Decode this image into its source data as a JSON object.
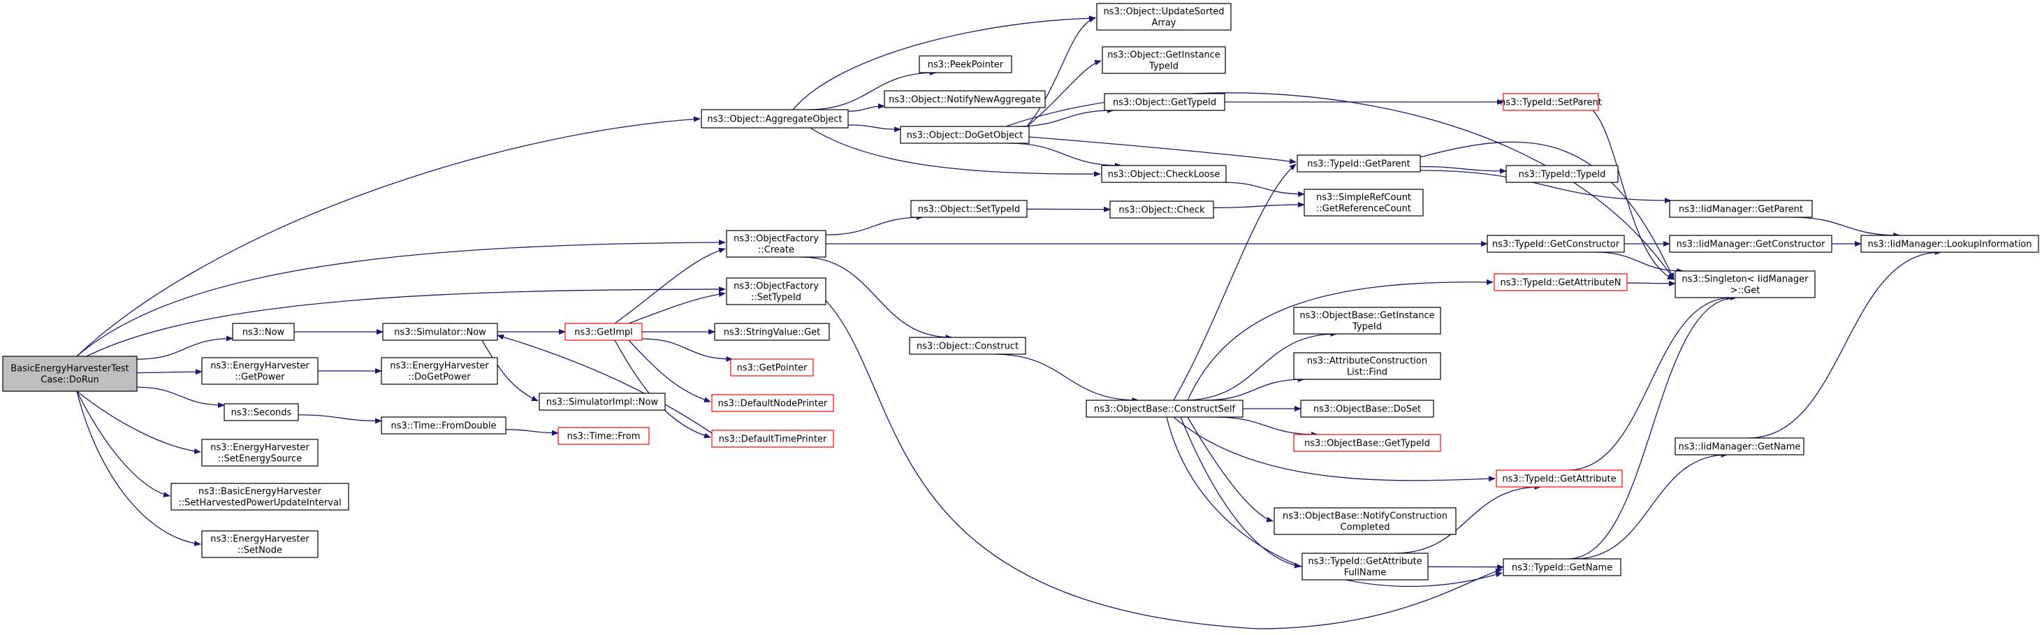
{
  "colors": {
    "edge": "#191970",
    "node_border": "#000000",
    "truncated_border": "#ff0000",
    "root_fill": "#bfbfbf"
  },
  "nodes": [
    {
      "id": "root",
      "lines": [
        "BasicEnergyHarvesterTest",
        "Case::DoRun"
      ],
      "style": "root"
    },
    {
      "id": "aggregate",
      "lines": [
        "ns3::Object::AggregateObject"
      ]
    },
    {
      "id": "of_create",
      "lines": [
        "ns3::ObjectFactory",
        "::Create"
      ]
    },
    {
      "id": "of_settypeid",
      "lines": [
        "ns3::ObjectFactory",
        "::SetTypeId"
      ]
    },
    {
      "id": "now",
      "lines": [
        "ns3::Now"
      ]
    },
    {
      "id": "eh_getpower",
      "lines": [
        "ns3::EnergyHarvester",
        "::GetPower"
      ]
    },
    {
      "id": "seconds",
      "lines": [
        "ns3::Seconds"
      ]
    },
    {
      "id": "eh_setsource",
      "lines": [
        "ns3::EnergyHarvester",
        "::SetEnergySource"
      ]
    },
    {
      "id": "beh_setinterval",
      "lines": [
        "ns3::BasicEnergyHarvester",
        "::SetHarvestedPowerUpdateInterval"
      ]
    },
    {
      "id": "eh_setnode",
      "lines": [
        "ns3::EnergyHarvester",
        "::SetNode"
      ]
    },
    {
      "id": "sim_now",
      "lines": [
        "ns3::Simulator::Now"
      ]
    },
    {
      "id": "eh_dogetpower",
      "lines": [
        "ns3::EnergyHarvester",
        "::DoGetPower"
      ]
    },
    {
      "id": "time_fromdouble",
      "lines": [
        "ns3::Time::FromDouble"
      ]
    },
    {
      "id": "getimpl",
      "lines": [
        "ns3::GetImpl"
      ],
      "style": "red"
    },
    {
      "id": "simimpl_now",
      "lines": [
        "ns3::SimulatorImpl::Now"
      ]
    },
    {
      "id": "time_from",
      "lines": [
        "ns3::Time::From"
      ],
      "style": "red"
    },
    {
      "id": "peekpointer",
      "lines": [
        "ns3::PeekPointer"
      ]
    },
    {
      "id": "notifynewagg",
      "lines": [
        "ns3::Object::NotifyNewAggregate"
      ]
    },
    {
      "id": "dogetobject",
      "lines": [
        "ns3::Object::DoGetObject"
      ]
    },
    {
      "id": "stringvalue_get",
      "lines": [
        "ns3::StringValue::Get"
      ]
    },
    {
      "id": "getpointer",
      "lines": [
        "ns3::GetPointer"
      ],
      "style": "red"
    },
    {
      "id": "defaultnodeprinter",
      "lines": [
        "ns3::DefaultNodePrinter"
      ],
      "style": "red"
    },
    {
      "id": "defaulttimeprinter",
      "lines": [
        "ns3::DefaultTimePrinter"
      ],
      "style": "red"
    },
    {
      "id": "obj_settypeid",
      "lines": [
        "ns3::Object::SetTypeId"
      ]
    },
    {
      "id": "obj_construct",
      "lines": [
        "ns3::Object::Construct"
      ]
    },
    {
      "id": "updatesorted",
      "lines": [
        "ns3::Object::UpdateSorted",
        "Array"
      ]
    },
    {
      "id": "getinstancetypeid",
      "lines": [
        "ns3::Object::GetInstance",
        "TypeId"
      ]
    },
    {
      "id": "obj_gettypeid",
      "lines": [
        "ns3::Object::GetTypeId"
      ]
    },
    {
      "id": "checkloose",
      "lines": [
        "ns3::Object::CheckLoose"
      ]
    },
    {
      "id": "obj_check",
      "lines": [
        "ns3::Object::Check"
      ]
    },
    {
      "id": "constructself",
      "lines": [
        "ns3::ObjectBase::ConstructSelf"
      ]
    },
    {
      "id": "simplerefcount",
      "lines": [
        "ns3::SimpleRefCount",
        "::GetReferenceCount"
      ]
    },
    {
      "id": "tid_getparent",
      "lines": [
        "ns3::TypeId::GetParent"
      ]
    },
    {
      "id": "tid_setparent",
      "lines": [
        "ns3::TypeId::SetParent"
      ],
      "style": "red"
    },
    {
      "id": "tid_getconstructor",
      "lines": [
        "ns3::TypeId::GetConstructor"
      ]
    },
    {
      "id": "tid_getattributen",
      "lines": [
        "ns3::TypeId::GetAttributeN"
      ],
      "style": "red"
    },
    {
      "id": "ob_getinstancetypeid",
      "lines": [
        "ns3::ObjectBase::GetInstance",
        "TypeId"
      ]
    },
    {
      "id": "attrconstruction_find",
      "lines": [
        "ns3::AttributeConstruction",
        "List::Find"
      ]
    },
    {
      "id": "ob_doset",
      "lines": [
        "ns3::ObjectBase::DoSet"
      ]
    },
    {
      "id": "ob_gettypeid",
      "lines": [
        "ns3::ObjectBase::GetTypeId"
      ],
      "style": "red"
    },
    {
      "id": "tid_getattribute",
      "lines": [
        "ns3::TypeId::GetAttribute"
      ],
      "style": "red"
    },
    {
      "id": "ob_notifyconstruction",
      "lines": [
        "ns3::ObjectBase::NotifyConstruction",
        "Completed"
      ]
    },
    {
      "id": "tid_getattributefullname",
      "lines": [
        "ns3::TypeId::GetAttribute",
        "FullName"
      ]
    },
    {
      "id": "tid_getname",
      "lines": [
        "ns3::TypeId::GetName"
      ]
    },
    {
      "id": "tid_typeid",
      "lines": [
        "ns3::TypeId::TypeId"
      ]
    },
    {
      "id": "iid_getparent",
      "lines": [
        "ns3::IidManager::GetParent"
      ]
    },
    {
      "id": "iid_getconstructor",
      "lines": [
        "ns3::IidManager::GetConstructor"
      ]
    },
    {
      "id": "singleton_get",
      "lines": [
        "ns3::Singleton< IidManager",
        ">::Get"
      ]
    },
    {
      "id": "iid_getname",
      "lines": [
        "ns3::IidManager::GetName"
      ]
    },
    {
      "id": "iid_lookupinformation",
      "lines": [
        "ns3::IidManager::LookupInformation"
      ]
    }
  ]
}
